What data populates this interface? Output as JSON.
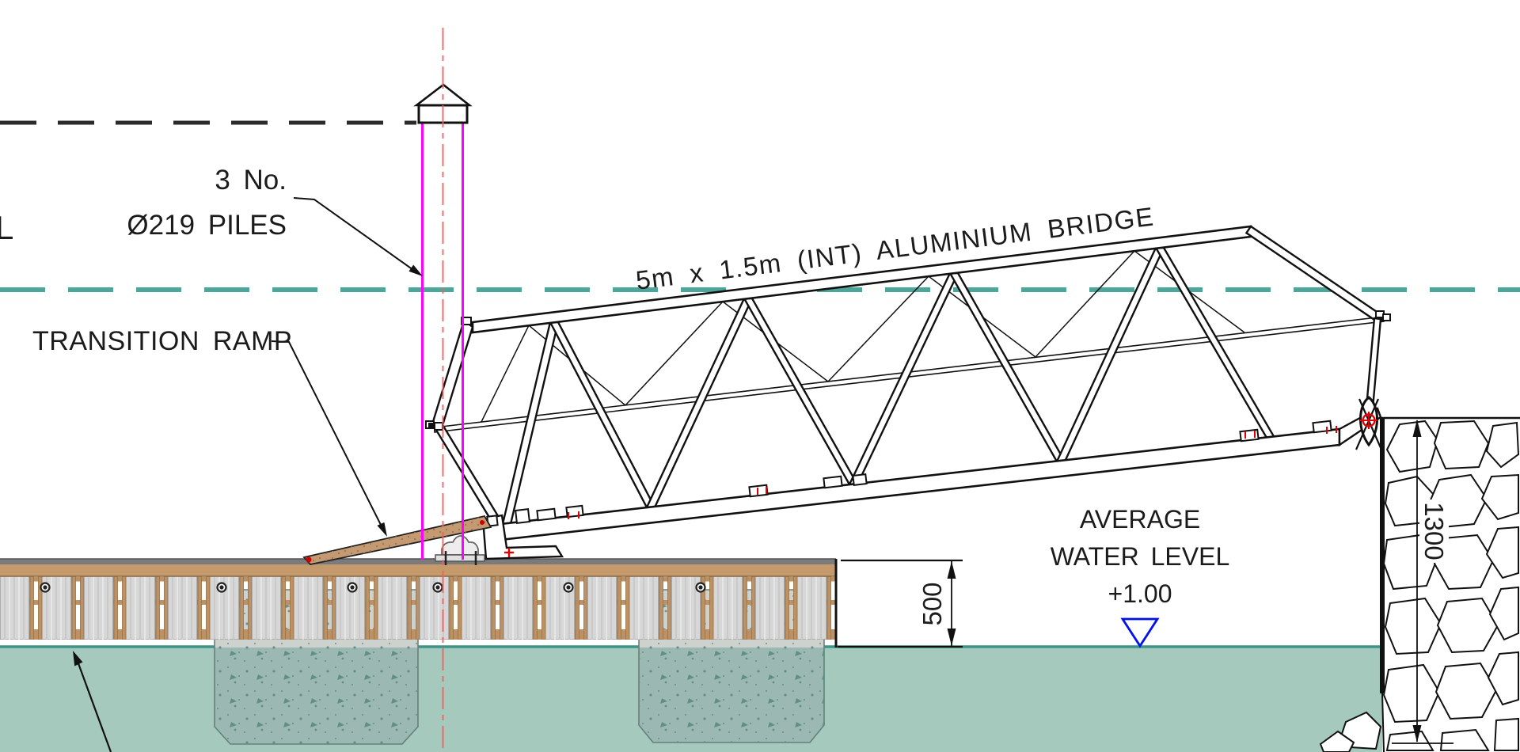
{
  "labels": {
    "edge_partial": "L",
    "piles_line1": "3 No.",
    "piles_line2": "Ø219 PILES",
    "transition_ramp": "TRANSITION RAMP",
    "bridge": "5m x 1.5m (INT) ALUMINIUM BRIDGE",
    "awl_line1": "AVERAGE",
    "awl_line2": "WATER LEVEL",
    "awl_line3": "+1.00"
  },
  "dimensions": {
    "freeboard_mm": "500",
    "wall_height_mm": "1300"
  },
  "colors": {
    "pile_magenta": "#FF00FF",
    "centerline_red": "#FF5A5A",
    "datum_teal": "#4DA69A",
    "water_fill": "#A5C9BD",
    "water_line": "#3F9488",
    "timber_tan": "#C49A6C",
    "level_symbol_blue": "#0011EE",
    "marker_red": "#E00000"
  }
}
